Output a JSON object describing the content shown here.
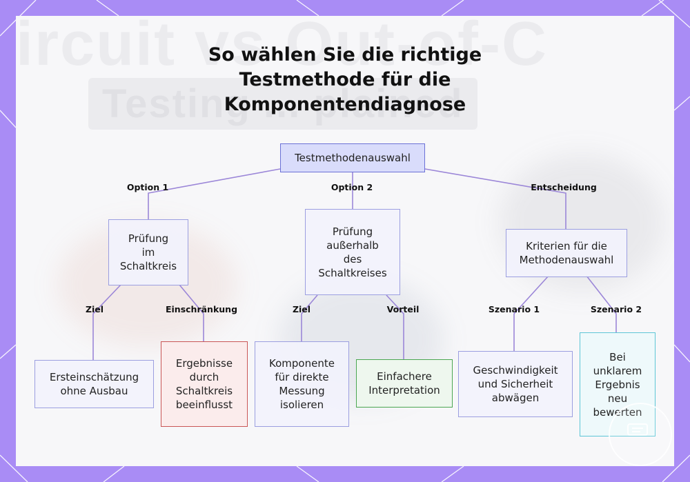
{
  "title_lines": [
    "So wählen Sie die richtige",
    "Testmethode für die",
    "Komponentendiagnose"
  ],
  "background_text": [
    "ircuit vs Out-of-C",
    "Testing ... plained"
  ],
  "colors": {
    "frame": "#a98cf5",
    "connector": "#9b86d8",
    "root_fill": "#d9dcfb",
    "node_border": "#9b9ee0",
    "limitation_border": "#c95555",
    "advantage_border": "#4aa650",
    "scenario2_border": "#5cc6d6"
  },
  "nodes": {
    "root": "Testmethodenauswahl",
    "in_circuit": "Prüfung\nim\nSchaltkreis",
    "out_of_circuit": "Prüfung\naußerhalb\ndes\nSchaltkreises",
    "criteria": "Kriterien für die\nMethodenauswahl",
    "initial_assessment": "Ersteinschätzung\nohne Ausbau",
    "results_affected": "Ergebnisse\ndurch\nSchaltkreis\nbeeinflusst",
    "isolate_component": "Komponente\nfür direkte\nMessung\nisolieren",
    "easier_interpretation": "Einfachere\nInterpretation",
    "speed_safety": "Geschwindigkeit\nund Sicherheit\nabwägen",
    "unclear_result": "Bei\nunklarem\nErgebnis\nneu\nbewerten"
  },
  "edge_labels": {
    "option1": "Option 1",
    "option2": "Option 2",
    "decision": "Entscheidung",
    "goal_left": "Ziel",
    "limitation": "Einschränkung",
    "goal_mid": "Ziel",
    "advantage": "Vorteil",
    "scenario1": "Szenario 1",
    "scenario2": "Szenario 2"
  },
  "watermark_icon": "chat-bubble-icon"
}
